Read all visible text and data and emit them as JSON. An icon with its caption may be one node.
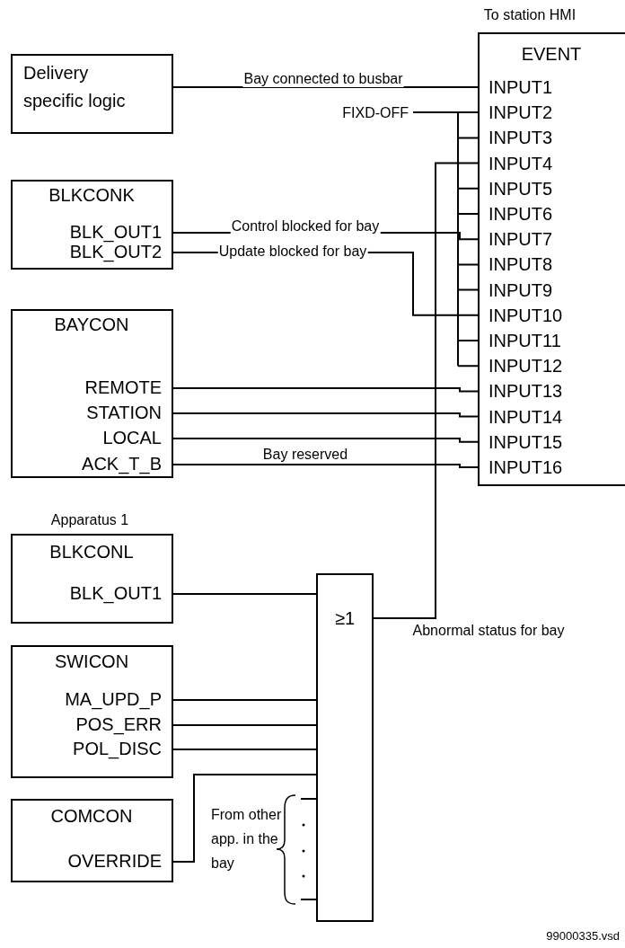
{
  "diagram": {
    "nodes": [
      {
        "text": [
          "Delivery specific logic"
        ]
      },
      {
        "text": [
          "BLKCONK",
          "BLK_OUT1",
          "BLK_OUT2"
        ]
      },
      {
        "text": [
          "BAYCON",
          "REMOTE",
          "STATION",
          "LOCAL",
          "ACK_T_B"
        ]
      },
      {
        "text": [
          "Apparatus 1",
          "BLKCONL",
          "BLK_OUT1"
        ]
      },
      {
        "text": [
          "SWICON",
          "MA_UPD_P",
          "POS_ERR",
          "POL_DISC"
        ]
      },
      {
        "text": [
          "COMCON",
          "OVERRIDE"
        ]
      },
      {
        "text": [
          "≥1"
        ]
      },
      {
        "text": [
          "To station HMI",
          "EVENT",
          "INPUT1",
          "INPUT2",
          "INPUT3",
          "INPUT4",
          "INPUT5",
          "INPUT6",
          "INPUT7",
          "INPUT8",
          "INPUT9",
          "INPUT10",
          "INPUT11",
          "INPUT12",
          "INPUT13",
          "INPUT14",
          "INPUT15",
          "INPUT16"
        ]
      },
      {
        "text": [
          "FIXD-OFF"
        ]
      }
    ],
    "edges": [
      {
        "from": 0,
        "to": 7,
        "arrow": "none",
        "label": "Bay connected to busbar"
      },
      {
        "from": 8,
        "to": 7,
        "arrow": "none"
      },
      {
        "from": 1,
        "to": 7,
        "arrow": "none",
        "label": "Control blocked for bay"
      },
      {
        "from": 1,
        "to": 7,
        "arrow": "none",
        "label": "Update blocked for bay"
      },
      {
        "from": 2,
        "to": 7,
        "arrow": "none"
      },
      {
        "from": 2,
        "to": 7,
        "arrow": "none"
      },
      {
        "from": 2,
        "to": 7,
        "arrow": "none"
      },
      {
        "from": 2,
        "to": 7,
        "arrow": "none",
        "label": "Bay reserved"
      },
      {
        "from": 3,
        "to": 6,
        "arrow": "none"
      },
      {
        "from": 4,
        "to": 6,
        "arrow": "none"
      },
      {
        "from": 4,
        "to": 6,
        "arrow": "none"
      },
      {
        "from": 4,
        "to": 6,
        "arrow": "none"
      },
      {
        "from": 5,
        "to": 6,
        "arrow": "none"
      },
      {
        "from": null,
        "to": 6,
        "arrow": "none"
      },
      {
        "from": null,
        "to": 6,
        "arrow": "none"
      },
      {
        "from": 6,
        "to": 7,
        "arrow": "none",
        "label": "Abnormal status for bay"
      }
    ],
    "labels": [
      "From other app. in the bay",
      "99000335.vsd"
    ]
  }
}
